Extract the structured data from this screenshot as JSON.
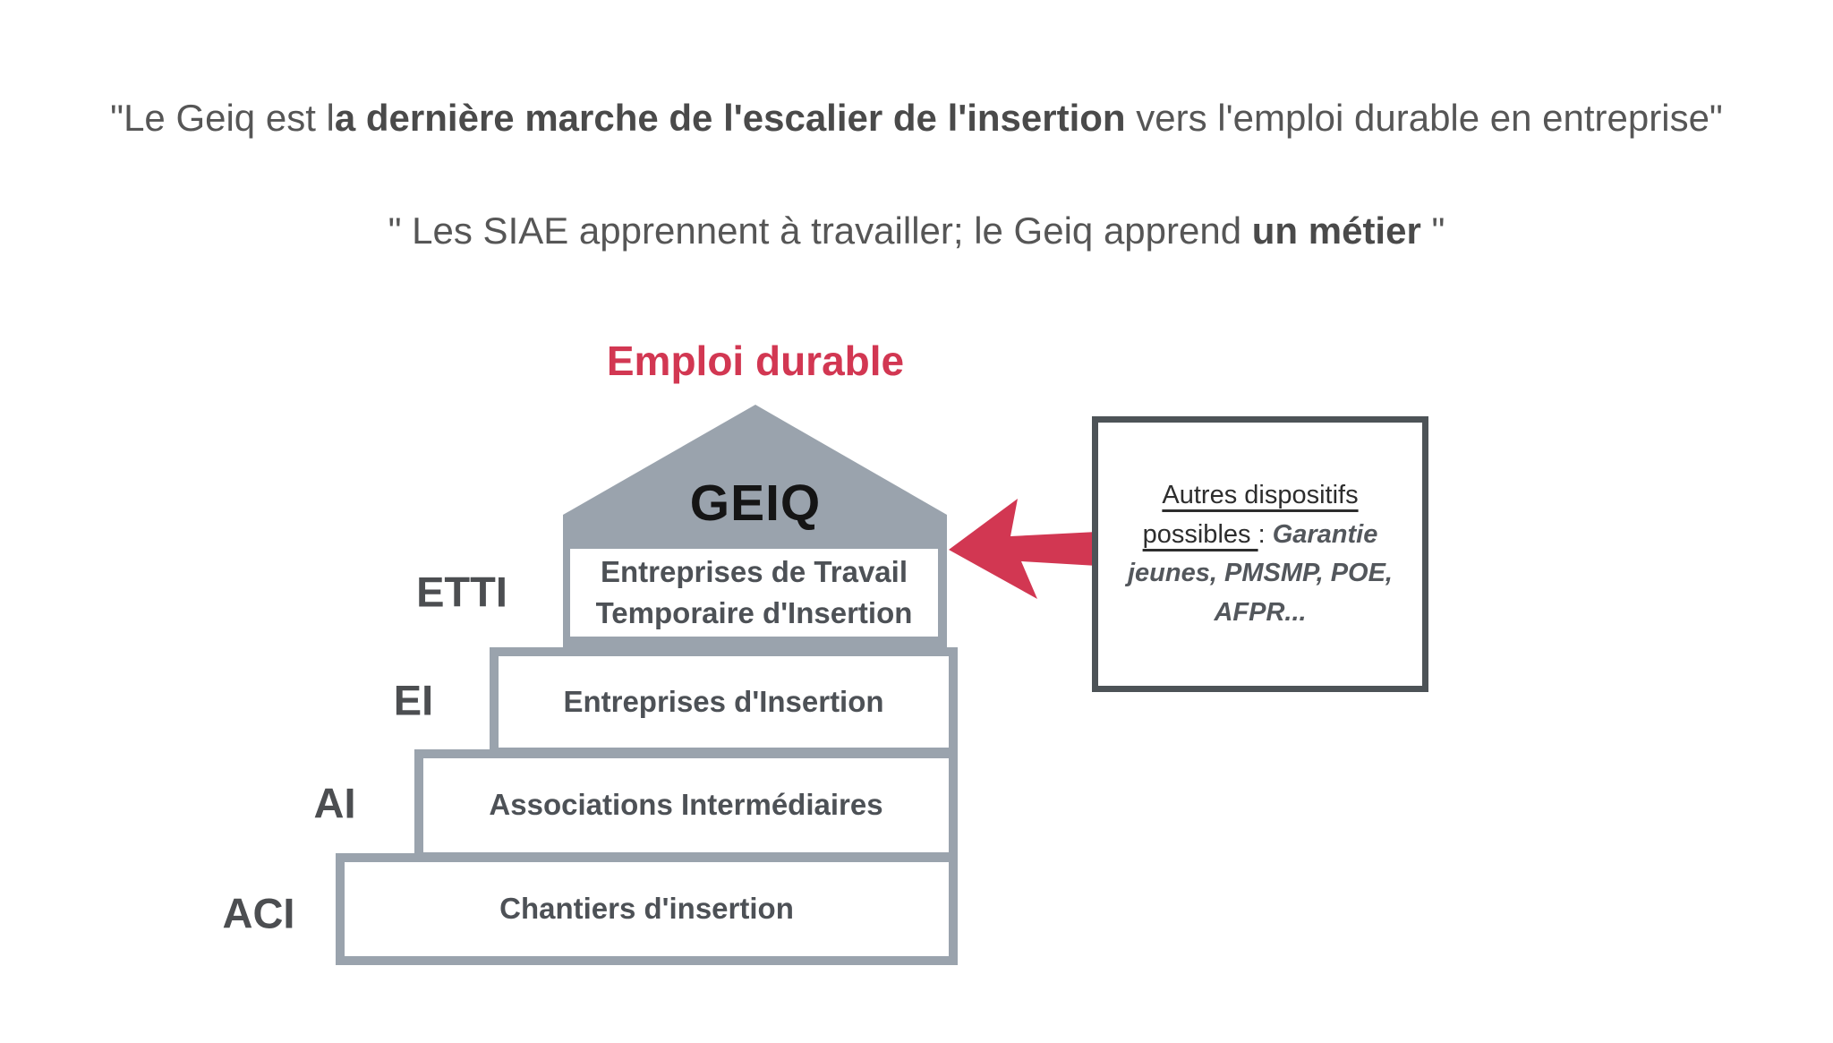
{
  "quote1": {
    "prefix": "\"Le Geiq est l",
    "bold": "a dernière marche de l'escalier de l'insertion",
    "suffix": " vers l'emploi durable en entreprise\""
  },
  "quote2": {
    "prefix": "\" Les SIAE apprennent à travailler; le Geiq apprend ",
    "bold": "un métier",
    "suffix": " \""
  },
  "diagram": {
    "top_label": "Emploi durable",
    "house_label": "GEIQ",
    "steps": [
      {
        "abbr": "ETTI",
        "label": "Entreprises de Travail Temporaire d'Insertion"
      },
      {
        "abbr": "EI",
        "label": "Entreprises d'Insertion"
      },
      {
        "abbr": "AI",
        "label": "Associations Intermédiaires"
      },
      {
        "abbr": "ACI",
        "label": "Chantiers d'insertion"
      }
    ]
  },
  "callout": {
    "line1_underlined": "Autres dispositifs",
    "line2_underlined": "possibles ",
    "line2_separator": ": ",
    "line2_bold_italic": "Garantie",
    "line3_bold_italic": "jeunes, PMSMP, POE,",
    "line4_bold_italic": "AFPR..."
  },
  "colors": {
    "accent_red": "#d23752",
    "structure_gray": "#9aa3ad",
    "callout_border": "#4d5357",
    "quote_text": "#565656",
    "step_text": "#4d5156"
  }
}
